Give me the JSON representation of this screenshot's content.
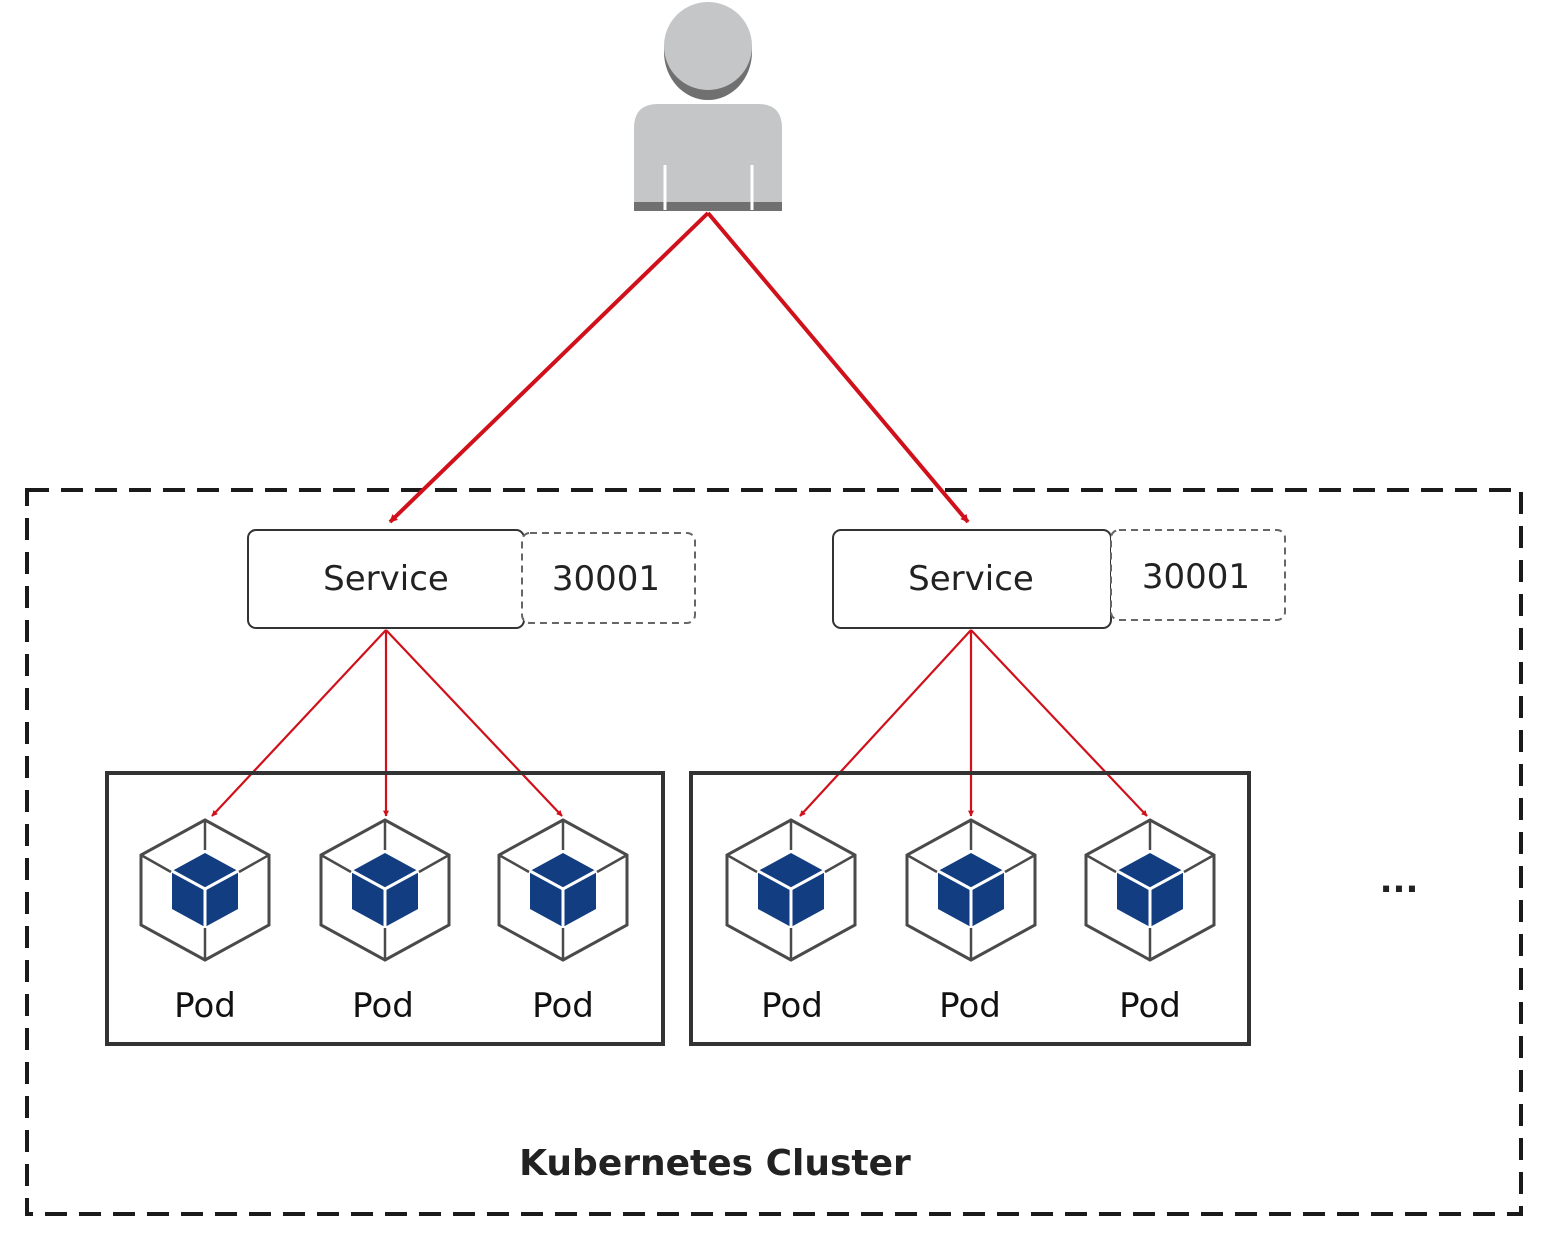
{
  "user": {
    "icon": "user-icon"
  },
  "cluster": {
    "label": "Kubernetes Cluster",
    "more_label": "..."
  },
  "services": [
    {
      "label": "Service",
      "port": "30001",
      "pods": [
        {
          "label": "Pod",
          "icon": "pod-cube-icon"
        },
        {
          "label": "Pod",
          "icon": "pod-cube-icon"
        },
        {
          "label": "Pod",
          "icon": "pod-cube-icon"
        }
      ]
    },
    {
      "label": "Service",
      "port": "30001",
      "pods": [
        {
          "label": "Pod",
          "icon": "pod-cube-icon"
        },
        {
          "label": "Pod",
          "icon": "pod-cube-icon"
        },
        {
          "label": "Pod",
          "icon": "pod-cube-icon"
        }
      ]
    }
  ],
  "colors": {
    "arrow": "#d0101a",
    "pod_cube": "#123d80",
    "user_body": "#c4c6c7"
  }
}
